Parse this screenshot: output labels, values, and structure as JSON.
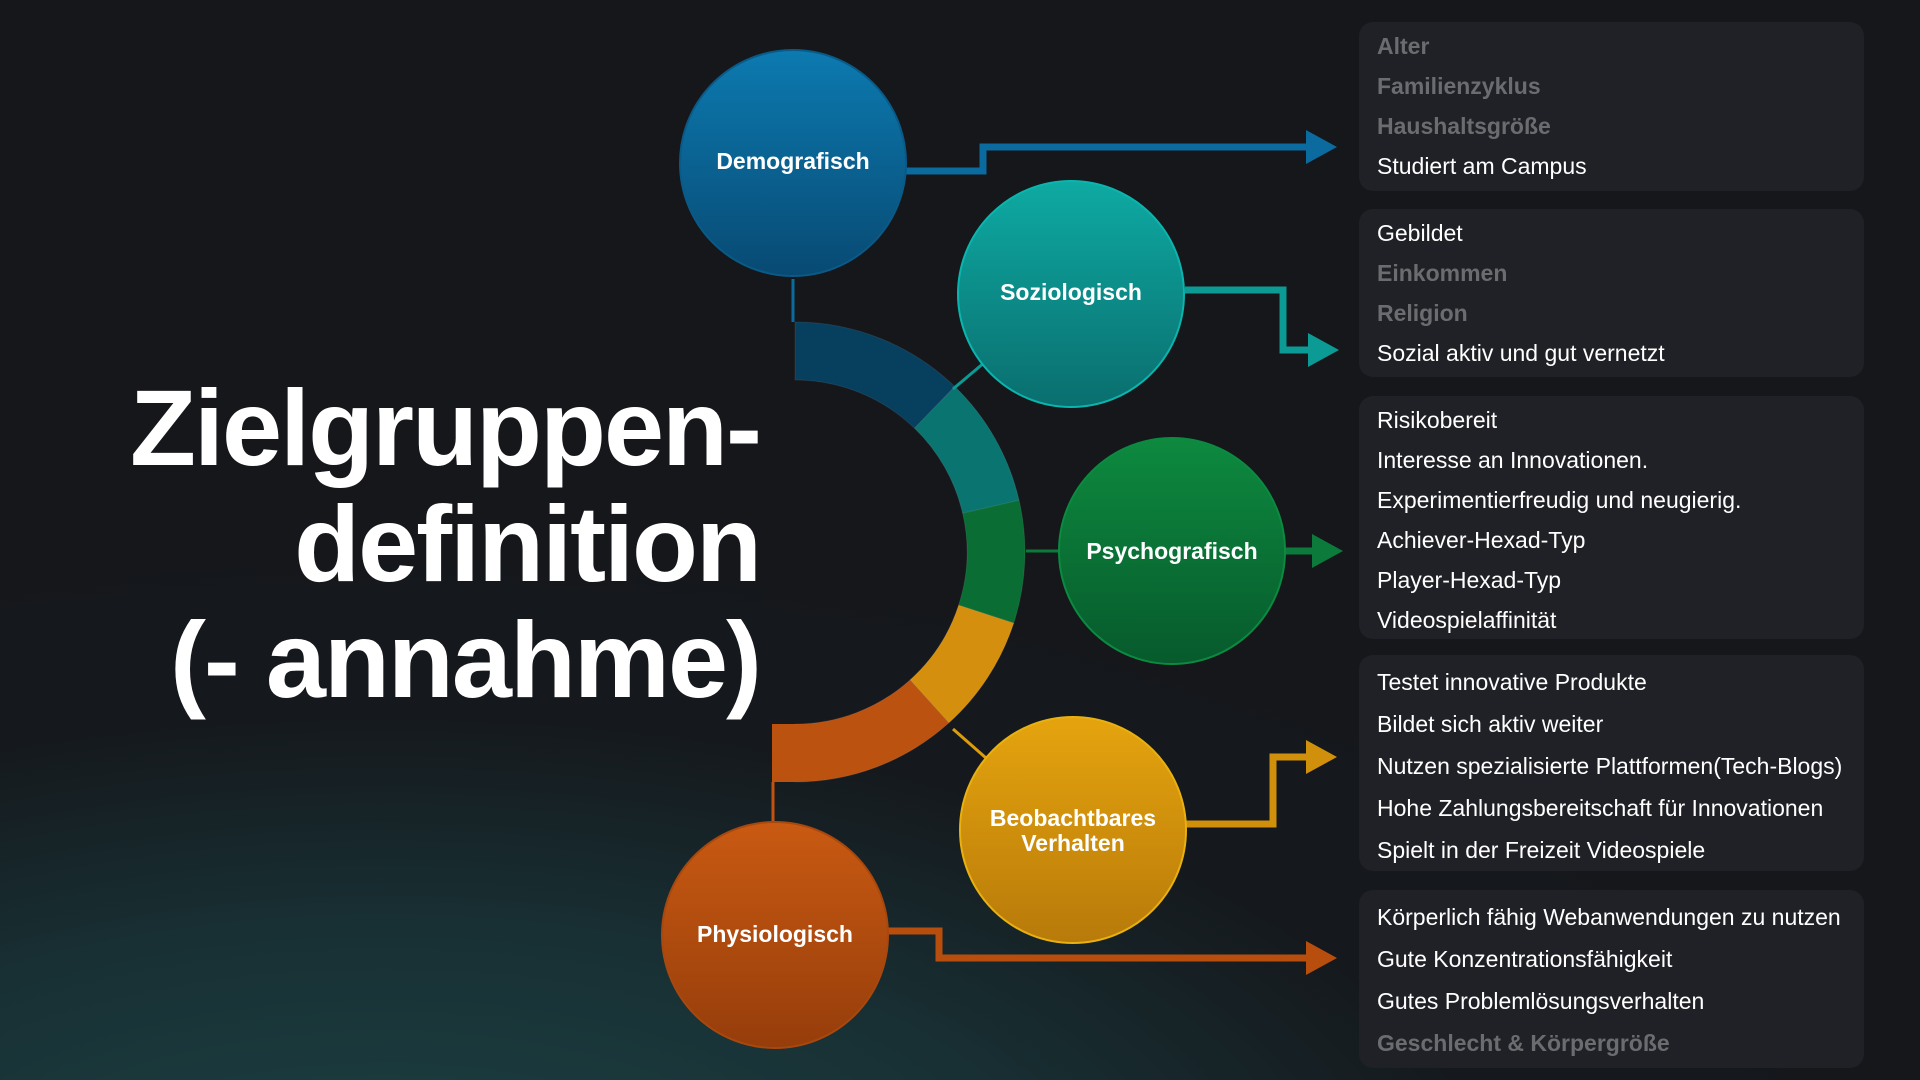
{
  "title": {
    "lines": [
      "Zielgruppen-",
      "definition",
      "(- annahme)"
    ]
  },
  "colors": {
    "blue": "#0b6a9e",
    "teal": "#0b9a94",
    "green": "#0b7a3a",
    "yellow": "#dd9c0c",
    "orange": "#c2520f",
    "box_bg": "#202126",
    "muted_text": "#6b6c70"
  },
  "categories": [
    {
      "key": "demografisch",
      "label": "Demografisch",
      "items": [
        {
          "text": "Alter",
          "muted": true
        },
        {
          "text": "Familienzyklus",
          "muted": true
        },
        {
          "text": "Haushaltsgröße",
          "muted": true
        },
        {
          "text": "Studiert am Campus",
          "muted": false
        }
      ]
    },
    {
      "key": "soziologisch",
      "label": "Soziologisch",
      "items": [
        {
          "text": "Gebildet",
          "muted": false
        },
        {
          "text": "Einkommen",
          "muted": true
        },
        {
          "text": "Religion",
          "muted": true
        },
        {
          "text": "Sozial aktiv und gut vernetzt",
          "muted": false
        }
      ]
    },
    {
      "key": "psychografisch",
      "label": "Psychografisch",
      "items": [
        {
          "text": "Risikobereit",
          "muted": false
        },
        {
          "text": "Interesse an Innovationen.",
          "muted": false
        },
        {
          "text": "Experimentierfreudig und neugierig.",
          "muted": false
        },
        {
          "text": "Achiever-Hexad-Typ",
          "muted": false
        },
        {
          "text": "Player-Hexad-Typ",
          "muted": false
        },
        {
          "text": "Videospielaffinität",
          "muted": false
        }
      ]
    },
    {
      "key": "verhalten",
      "label_lines": [
        "Beobachtbares",
        "Verhalten"
      ],
      "items": [
        {
          "text": "Testet innovative Produkte",
          "muted": false
        },
        {
          "text": "Bildet sich aktiv weiter",
          "muted": false
        },
        {
          "text": "Nutzen spezialisierte Plattformen(Tech-Blogs)",
          "muted": false
        },
        {
          "text": "Hohe Zahlungsbereitschaft für Innovationen",
          "muted": false
        },
        {
          "text": "Spielt in der Freizeit Videospiele",
          "muted": false
        }
      ]
    },
    {
      "key": "physiologisch",
      "label": "Physiologisch",
      "items": [
        {
          "text": "Körperlich fähig Webanwendungen zu nutzen",
          "muted": false
        },
        {
          "text": "Gute Konzentrationsfähigkeit",
          "muted": false
        },
        {
          "text": "Gutes Problemlösungsverhalten",
          "muted": false
        },
        {
          "text": "Geschlecht & Körpergröße",
          "muted": true
        }
      ]
    }
  ]
}
